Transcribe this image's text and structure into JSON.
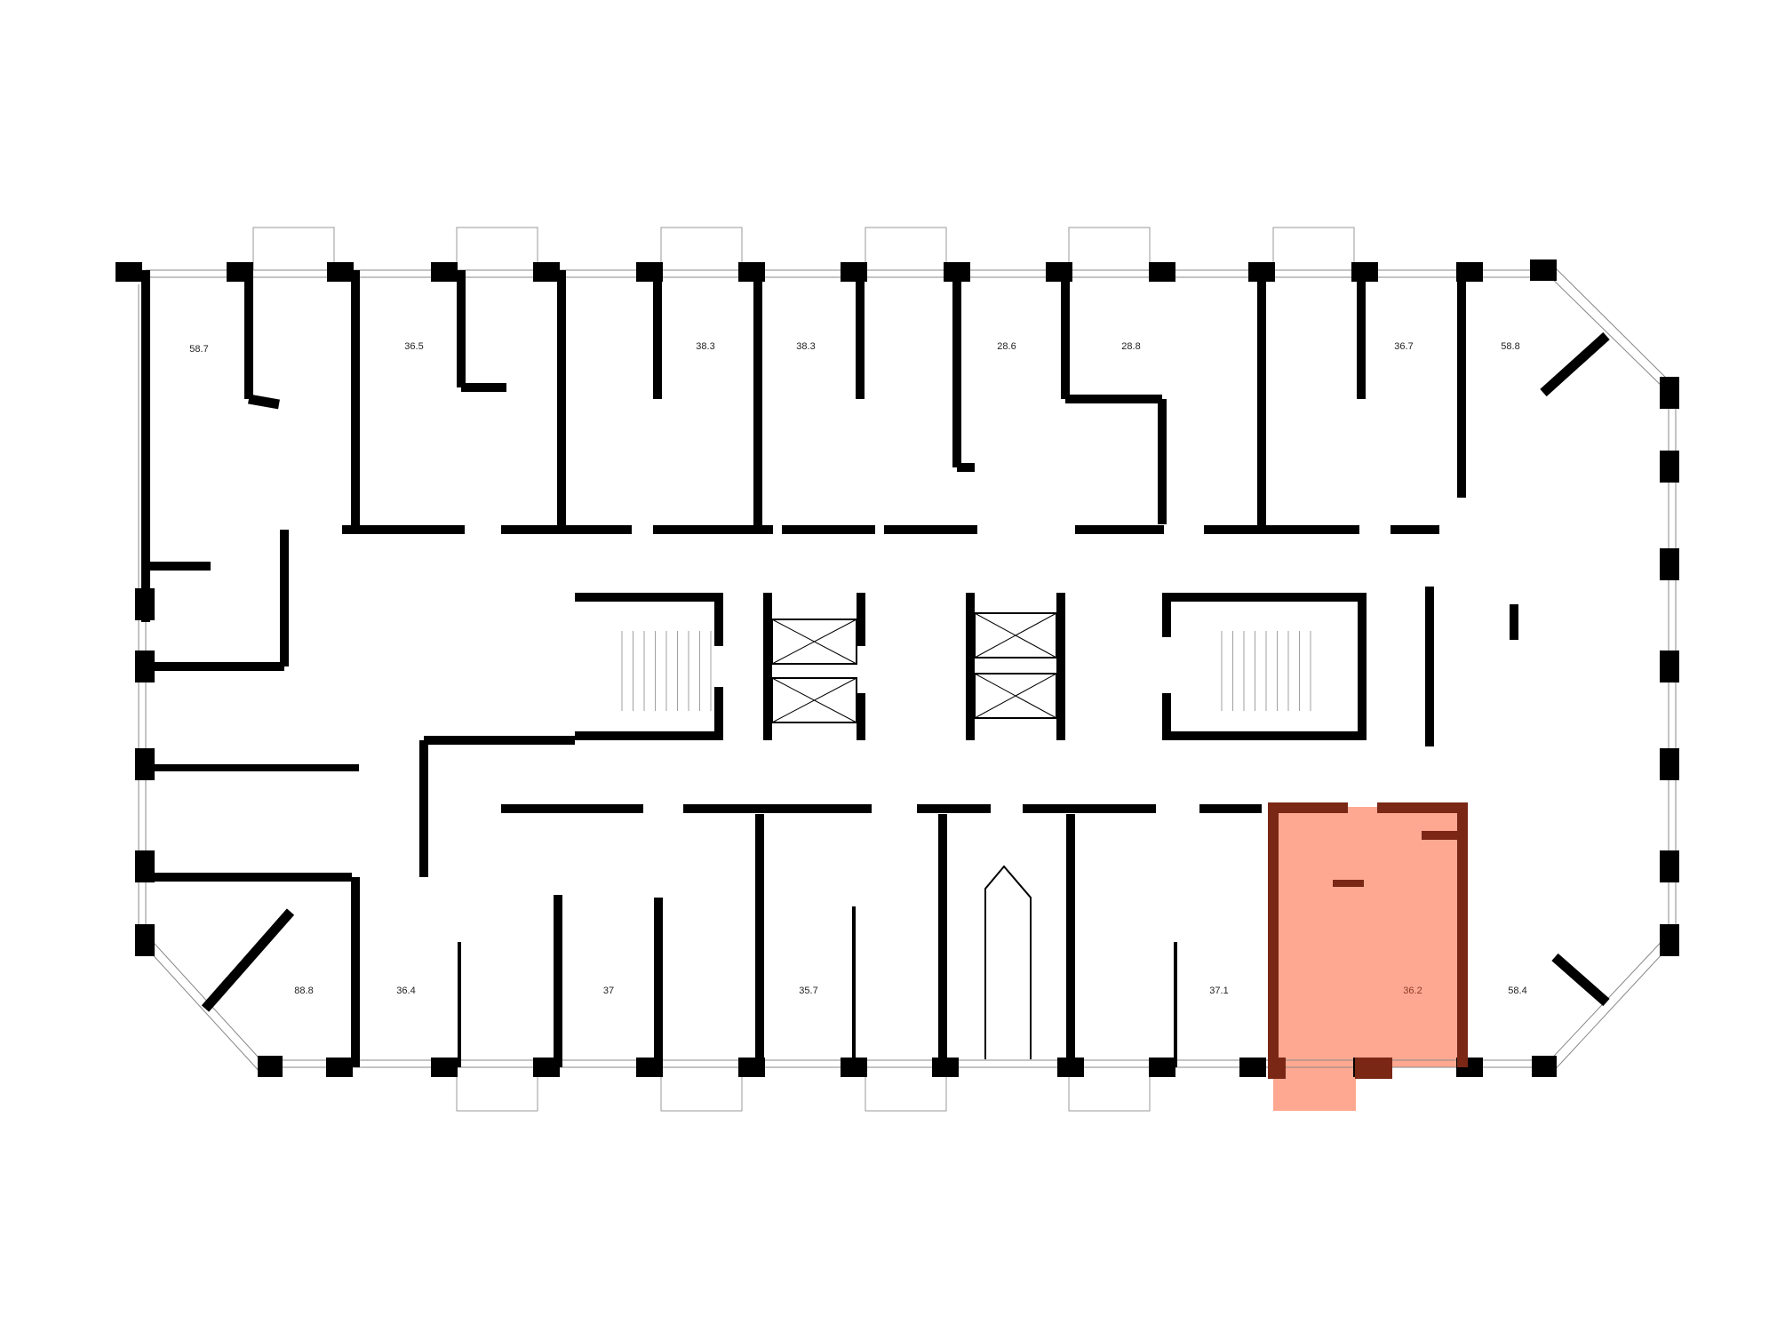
{
  "floor_plan": {
    "highlight_color": "#ff9f85",
    "highlight_wall_color": "#7b2716",
    "selected_apartment": "36.2",
    "apartments_top": [
      {
        "area": "58.7"
      },
      {
        "area": "36.5"
      },
      {
        "area": "38.3"
      },
      {
        "area": "38.3"
      },
      {
        "area": "28.6"
      },
      {
        "area": "28.8"
      },
      {
        "area": "36.7"
      },
      {
        "area": "58.8"
      }
    ],
    "apartments_bottom": [
      {
        "area": "88.8"
      },
      {
        "area": "36.4"
      },
      {
        "area": "37"
      },
      {
        "area": "35.7"
      },
      {
        "area": "37.1"
      },
      {
        "area": "36.2"
      },
      {
        "area": "58.4"
      }
    ]
  }
}
